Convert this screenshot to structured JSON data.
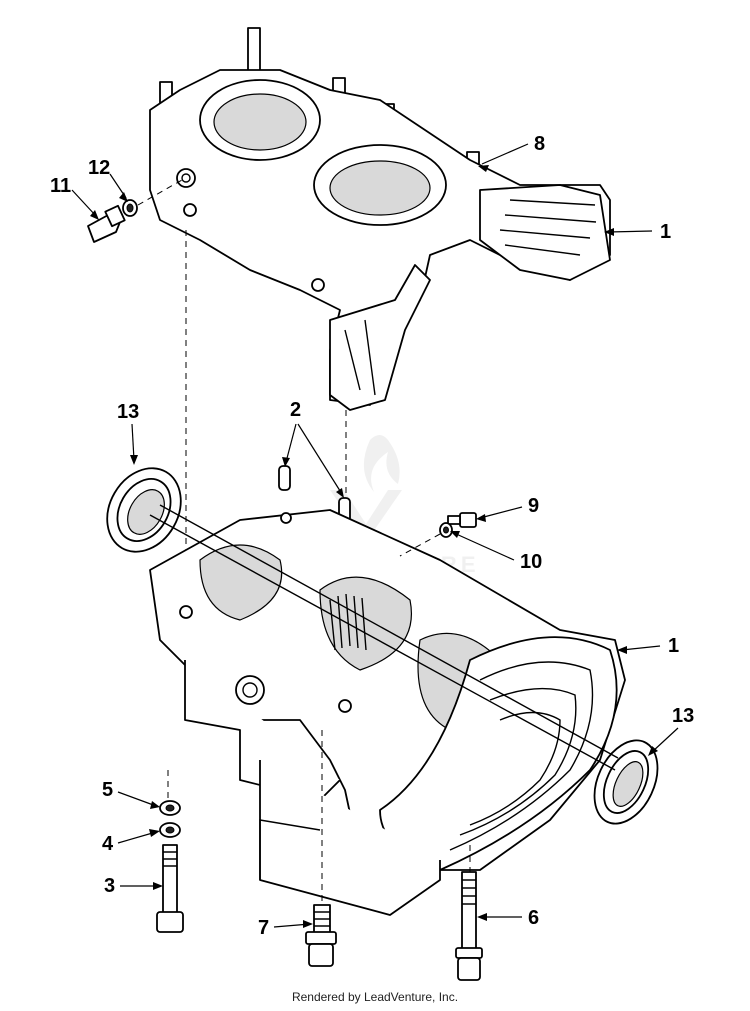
{
  "callouts": {
    "c1_top": "1",
    "c1_mid": "1",
    "c2": "2",
    "c3": "3",
    "c4": "4",
    "c5": "5",
    "c6": "6",
    "c7": "7",
    "c8": "8",
    "c9": "9",
    "c10": "10",
    "c11": "11",
    "c12": "12",
    "c13_left": "13",
    "c13_right": "13"
  },
  "watermark_text": "LEADVENTURE",
  "credit": "Rendered by LeadVenture, Inc.",
  "colors": {
    "ink": "#000000",
    "paper": "#ffffff",
    "watermark": "#999999"
  }
}
